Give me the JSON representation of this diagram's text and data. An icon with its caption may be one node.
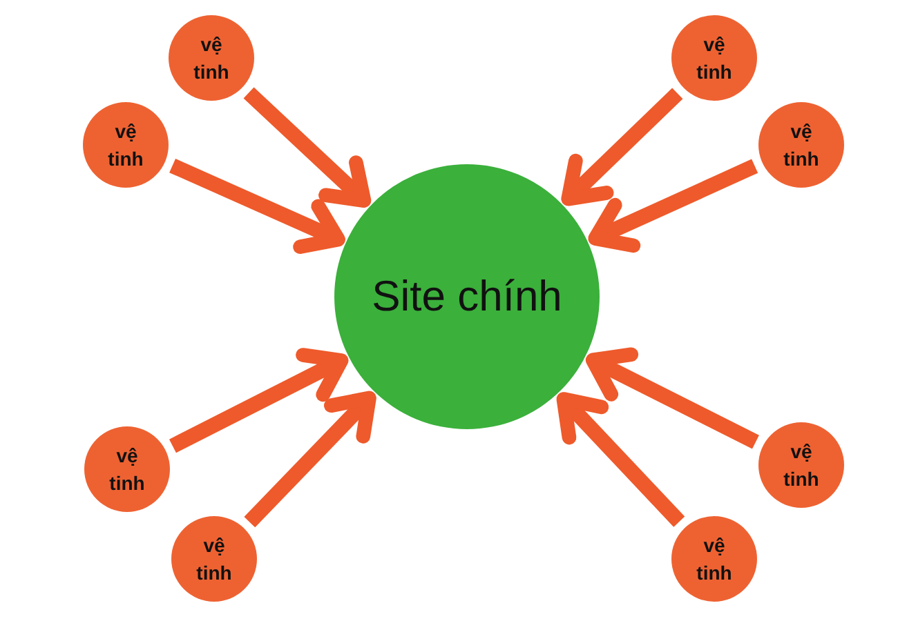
{
  "diagram": {
    "nodes": [
      {
        "text": [
          "vệ tinh"
        ]
      },
      {
        "text": [
          "vệ tinh"
        ]
      },
      {
        "text": [
          "vệ tinh"
        ]
      },
      {
        "text": [
          "vệ tinh"
        ]
      },
      {
        "text": [
          "Site chính"
        ]
      },
      {
        "text": [
          "vệ tinh"
        ]
      },
      {
        "text": [
          "vệ tinh"
        ]
      },
      {
        "text": [
          "vệ tinh"
        ]
      },
      {
        "text": [
          "vệ tinh"
        ]
      }
    ],
    "edges": [
      {
        "from": 0,
        "to": 4,
        "arrow": "to"
      },
      {
        "from": 1,
        "to": 4,
        "arrow": "to"
      },
      {
        "from": 2,
        "to": 4,
        "arrow": "to"
      },
      {
        "from": 3,
        "to": 4,
        "arrow": "to"
      },
      {
        "from": 5,
        "to": 4,
        "arrow": "to"
      },
      {
        "from": 6,
        "to": 4,
        "arrow": "to"
      },
      {
        "from": 7,
        "to": 4,
        "arrow": "to"
      },
      {
        "from": 8,
        "to": 4,
        "arrow": "to"
      }
    ]
  }
}
